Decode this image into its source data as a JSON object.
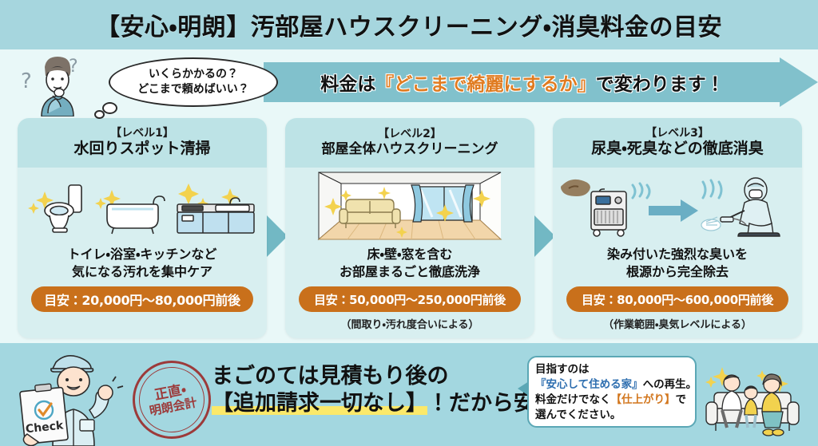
{
  "header": {
    "title": "【安心・明朗】汚部屋ハウスクリーニング・消臭料金の目安"
  },
  "intro": {
    "bubble_line1": "いくらかかるの？",
    "bubble_line2": "どこまで頼めばいい？",
    "banner_pre": "料金は",
    "banner_highlight": "『どこまで綺麗にするか』",
    "banner_post": "で変わります！",
    "thinker_alt": "悩む男性イラスト"
  },
  "levels": [
    {
      "level_label": "【レベル1】",
      "title": "水回りスポット清掃",
      "desc_line1": "トイレ・浴室・キッチンなど",
      "desc_line2": "気になる汚れを集中ケア",
      "price": "目安：20,000円〜80,000円前後",
      "note": "",
      "art": [
        "toilet-icon",
        "bathtub-icon",
        "kitchen-sink-icon"
      ]
    },
    {
      "level_label": "【レベル2】",
      "title": "部屋全体ハウスクリーニング",
      "desc_line1": "床・壁・窓を含む",
      "desc_line2": "お部屋まるごと徹底洗浄",
      "price": "目安：50,000円〜250,000円前後",
      "note": "（間取り・汚れ度合いによる）",
      "art": [
        "living-room-icon"
      ]
    },
    {
      "level_label": "【レベル3】",
      "title": "尿臭・死臭などの徹底消臭",
      "desc_line1": "染み付いた強烈な臭いを",
      "desc_line2": "根源から完全除去",
      "price": "目安：80,000円〜600,000円前後",
      "note": "（作業範囲・臭気レベルによる）",
      "art": [
        "stain-icon",
        "ozone-generator-icon",
        "arrow-right-icon",
        "hazmat-worker-icon"
      ]
    }
  ],
  "footer": {
    "stamp_line1": "正直・",
    "stamp_line2": "明朗会計",
    "tagline_line1": "まごのては見積もり後の",
    "tagline_highlight": "【追加請求一切なし】",
    "tagline_suffix": "！だから安心！",
    "note_line1": "目指すのは",
    "note_line2_blue": "『安心して住める家』",
    "note_line2_rest": "への再生。",
    "note_line3_pre": "料金だけでなく",
    "note_line3_orange": "【仕上がり】",
    "note_line3_post": "で",
    "note_line4": "選んでください。",
    "clipboard_label": "Check",
    "worker_alt": "作業員イラスト",
    "family_alt": "ソファの家族イラスト"
  },
  "colors": {
    "header_band": "#a6d6de",
    "page_bg": "#e9f8f8",
    "card_bg": "#d8eff0",
    "card_head": "#bde3e6",
    "price_pill": "#c9701b",
    "arrow_band": "#81c1cc",
    "bottom_band": "#a3d7e0",
    "highlight_yellow": "#fbe96a",
    "accent_orange": "#e07b20",
    "accent_blue": "#2f6fb0",
    "stamp_red": "#9c3a3a"
  }
}
